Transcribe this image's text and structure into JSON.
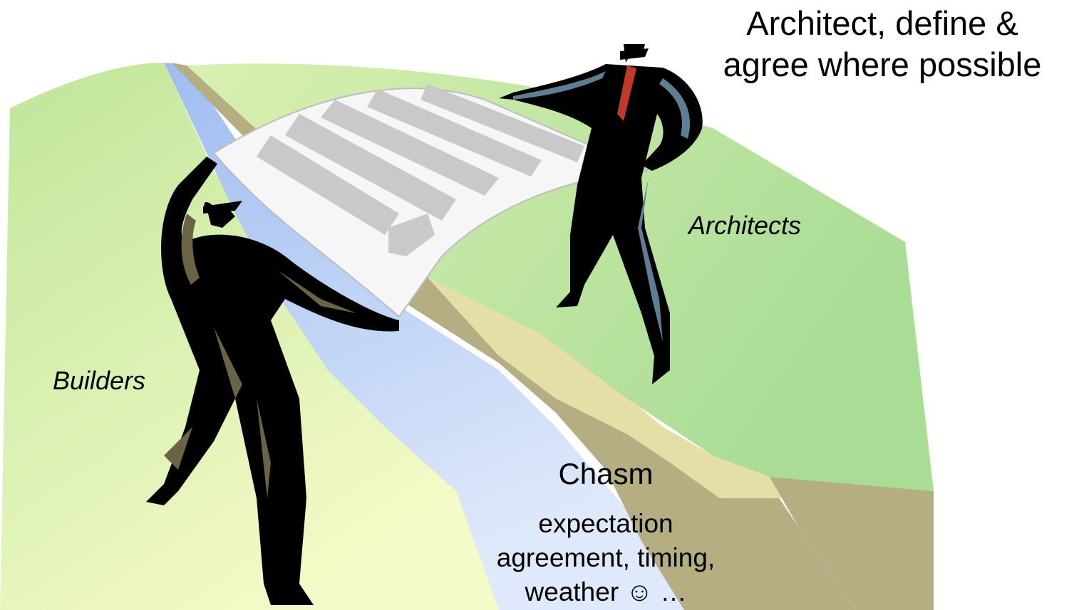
{
  "title": {
    "line1": "Architect, define &",
    "line2": "agree where possible"
  },
  "labels": {
    "architects": "Architects",
    "builders": "Builders",
    "chasm": "Chasm",
    "chasm_lines": [
      "expectation",
      "agreement, timing,",
      "weather ☺ …"
    ]
  },
  "colors": {
    "land_left": "#d8f2a8",
    "land_right": "#b8e39a",
    "river": "#bcd3f7",
    "cliff": "#b5ad82",
    "figure_fill": "#000000",
    "suit_highlight": "#6a6346",
    "suit_highlight_right": "#5e7f93",
    "tie": "#c0392b",
    "document": "#f6f6f6",
    "document_lines": "#c8c8c8"
  },
  "figures": {
    "left": "builder-figure",
    "right": "architect-figure",
    "shared_object": "document-blueprint"
  }
}
